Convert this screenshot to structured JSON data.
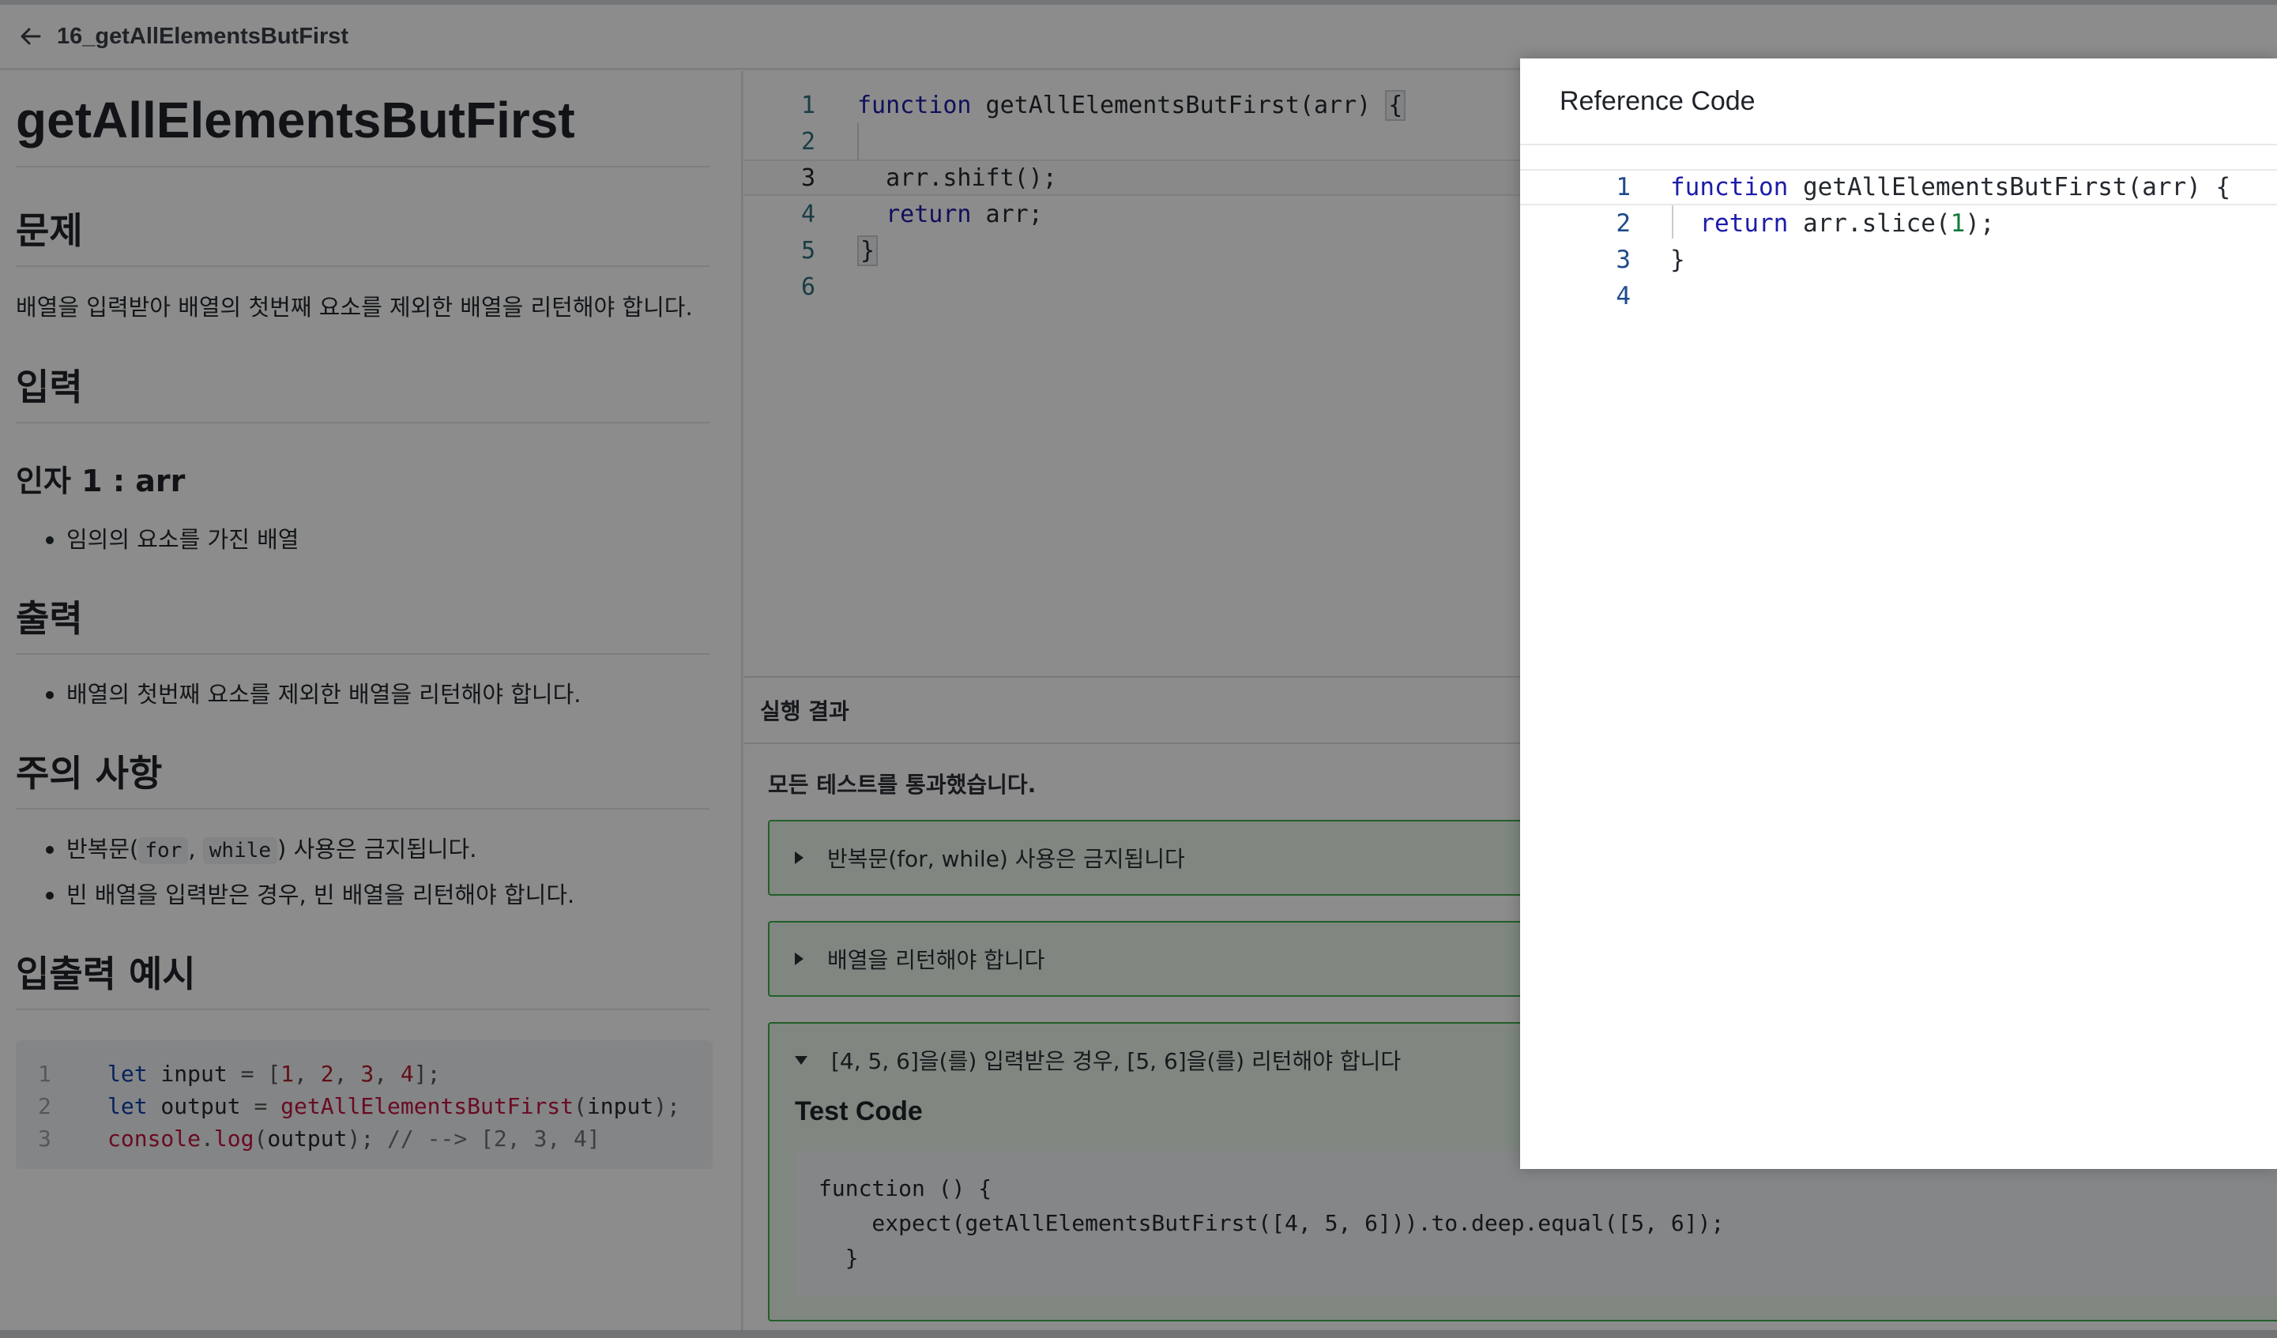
{
  "header": {
    "title": "16_getAllElementsButFirst"
  },
  "problem": {
    "title": "getAllElementsButFirst",
    "sections": {
      "question_heading": "문제",
      "question_text": "배열을 입력받아 배열의 첫번째 요소를 제외한 배열을 리턴해야 합니다.",
      "input_heading": "입력",
      "arg_heading": "인자 1 : arr",
      "arg_items": [
        "임의의 요소를 가진 배열"
      ],
      "output_heading": "출력",
      "output_items": [
        "배열의 첫번째 요소를 제외한 배열을 리턴해야 합니다."
      ],
      "notes_heading": "주의 사항",
      "note1_prefix": "반복문(",
      "note1_code1": "for",
      "note1_sep": ",",
      "note1_code2": "while",
      "note1_suffix": ") 사용은 금지됩니다.",
      "note2": "빈 배열을 입력받은 경우, 빈 배열을 리턴해야 합니다.",
      "example_heading": "입출력 예시"
    },
    "example": {
      "line_numbers": [
        "1",
        "2",
        "3"
      ],
      "l1_kw": "let",
      "l1_var": " input ",
      "l1_eq": "= ",
      "l1_open": "[",
      "l1_n1": "1",
      "l1_c1": ", ",
      "l1_n2": "2",
      "l1_c2": ", ",
      "l1_n3": "3",
      "l1_c3": ", ",
      "l1_n4": "4",
      "l1_close": "];",
      "l2_kw": "let",
      "l2_var": " output ",
      "l2_eq": "= ",
      "l2_fn": "getAllElementsButFirst",
      "l2_open": "(",
      "l2_arg": "input",
      "l2_close": ");",
      "l3_obj": "console",
      "l3_dot": ".",
      "l3_fn": "log",
      "l3_open": "(",
      "l3_arg": "output",
      "l3_close": "); ",
      "l3_comment": "// --> [2, 3, 4]"
    }
  },
  "editor": {
    "line_numbers": [
      "1",
      "2",
      "3",
      "4",
      "5",
      "6"
    ],
    "line1_kw": "function",
    "line1_rest": " getAllElementsButFirst(arr) ",
    "line1_brace": "{",
    "line3": "  arr.shift();",
    "line4_kw": "  return",
    "line4_rest": " arr;",
    "line5_brace": "}"
  },
  "results": {
    "header": "실행 결과",
    "summary": "모든 테스트를 통과했습니다.",
    "tests": [
      {
        "label": "반복문(for, while) 사용은 금지됩니다"
      },
      {
        "label": "배열을 리턴해야 합니다"
      },
      {
        "label": "[4, 5, 6]을(를) 입력받은 경우, [5, 6]을(를) 리턴해야 합니다"
      }
    ],
    "test_code_heading": "Test Code",
    "test_code_lines": [
      "function () {",
      "    expect(getAllElementsButFirst([4, 5, 6])).to.deep.equal([5, 6]);",
      "  }"
    ]
  },
  "modal": {
    "title": "Reference Code",
    "line_numbers": [
      "1",
      "2",
      "3",
      "4"
    ],
    "line1_kw": "function",
    "line1_rest": " getAllElementsButFirst(arr) {",
    "line2_kw": "  return",
    "line2_pre": " arr.slice(",
    "line2_num": "1",
    "line2_post": ");",
    "line3": "}"
  },
  "colors": {
    "keyword": "#1c1ca8",
    "success_border": "#3fae49",
    "success_bg": "#e8f6e9",
    "overlay": "rgba(0,0,0,0.45)"
  },
  "icons": {
    "back": "arrow-left-icon",
    "collapsed": "triangle-right-icon",
    "expanded": "triangle-down-icon"
  }
}
